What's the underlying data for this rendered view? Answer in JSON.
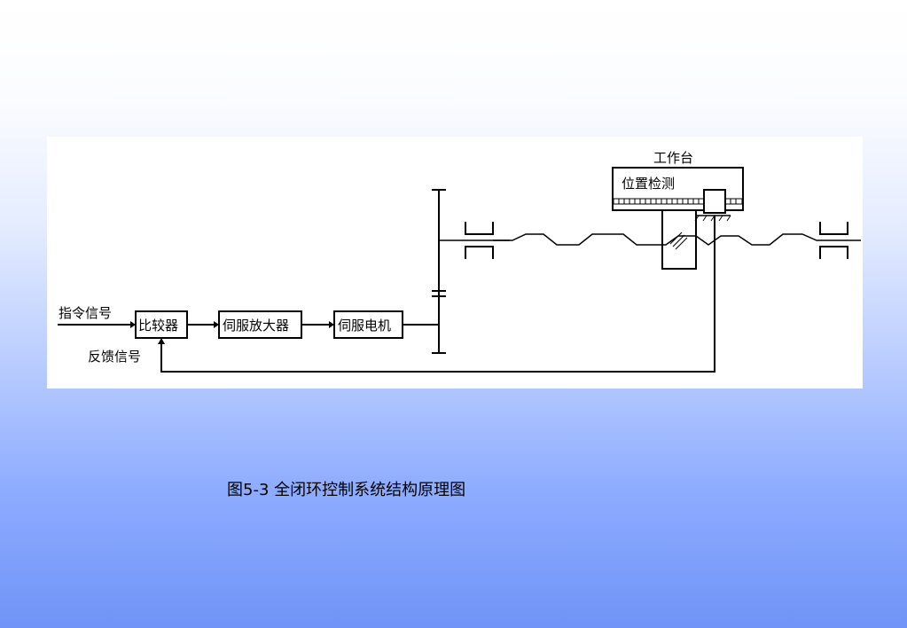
{
  "diagram": {
    "input_label": "指令信号",
    "feedback_label": "反馈信号",
    "blocks": {
      "comparator": "比较器",
      "servo_amplifier": "伺服放大器",
      "servo_motor": "伺服电机"
    },
    "worktable_label": "工作台",
    "position_detection_label": "位置检测"
  },
  "caption": "图5-3  全闭环控制系统结构原理图"
}
